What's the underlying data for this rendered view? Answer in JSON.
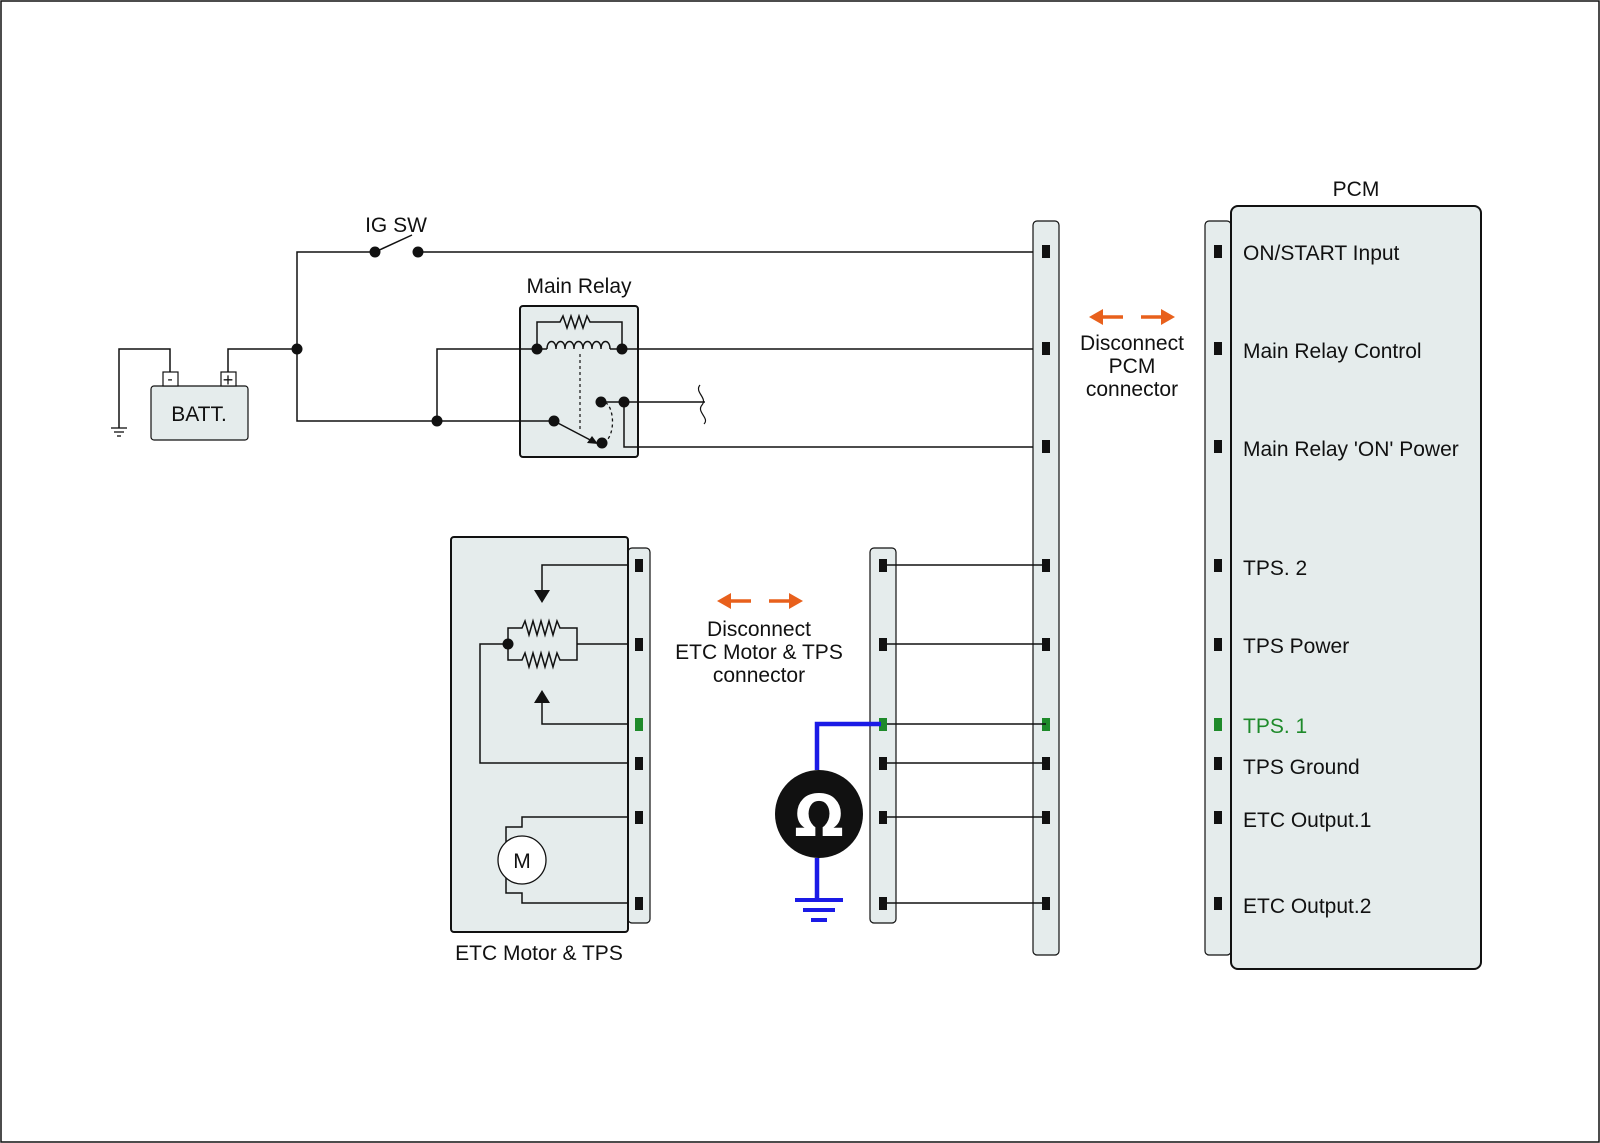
{
  "labels": {
    "ig_sw": "IG SW",
    "main_relay": "Main Relay",
    "battery": "BATT.",
    "battery_minus": "-",
    "battery_plus": "+",
    "pcm": "PCM",
    "etc_motor_tps": "ETC Motor & TPS",
    "motor": "M",
    "ohmmeter": "Ω"
  },
  "pcm_pins": [
    "ON/START Input",
    "Main Relay Control",
    "Main Relay 'ON' Power",
    "TPS. 2",
    "TPS Power",
    "TPS. 1",
    "TPS Ground",
    "ETC Output.1",
    "ETC Output.2"
  ],
  "highlighted_pin": "TPS. 1",
  "notes": {
    "pcm_connector": [
      "Disconnect",
      "PCM",
      "connector"
    ],
    "etc_connector": [
      "Disconnect",
      "ETC Motor & TPS",
      "connector"
    ]
  },
  "colors": {
    "highlight": "#1e8a2a",
    "probe_wire": "#1a1ae6",
    "arrow": "#e8601c",
    "component_fill": "#e5ecec"
  }
}
